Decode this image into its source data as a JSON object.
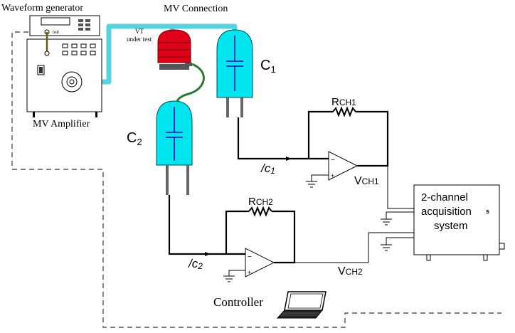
{
  "labels": {
    "waveform_generator": "Waveform generator",
    "mv_connection": "MV Connection",
    "vt_line1": "VT",
    "vt_line2": "under test",
    "mv_amplifier": "MV Amplifier",
    "out": "out",
    "c1": {
      "main": "C",
      "sub": "1"
    },
    "c2": {
      "main": "C",
      "sub": "2"
    },
    "rch1": {
      "main": "R",
      "sub": "CH1"
    },
    "rch2": {
      "main": "R",
      "sub": "CH2"
    },
    "ic1": {
      "main": "/c",
      "sub": "1"
    },
    "ic2": {
      "main": "/c",
      "sub": "2"
    },
    "vch1": {
      "main": "V",
      "sub": "CH1"
    },
    "vch2": {
      "main": "V",
      "sub": "CH2"
    },
    "acq_line1": "2-channel",
    "acq_line2": "acquisition",
    "acq_line3": "system",
    "acq_mark": "s",
    "controller": "Controller"
  },
  "colors": {
    "mv_cable": "#55d4e0",
    "capacitor_body": "#00e5ee",
    "capacitor_plate": "#1020c0",
    "vt_body": "#e0001a",
    "vt_dark": "#7a0000",
    "vt_base": "#555555",
    "green_lead": "#2f7a2f",
    "wire": "#000000",
    "dashed": "#333333"
  },
  "icons": [
    "laptop-icon",
    "ground-icon",
    "opamp-icon",
    "resistor-icon",
    "capacitor-icon",
    "coaxial-connector-icon"
  ]
}
